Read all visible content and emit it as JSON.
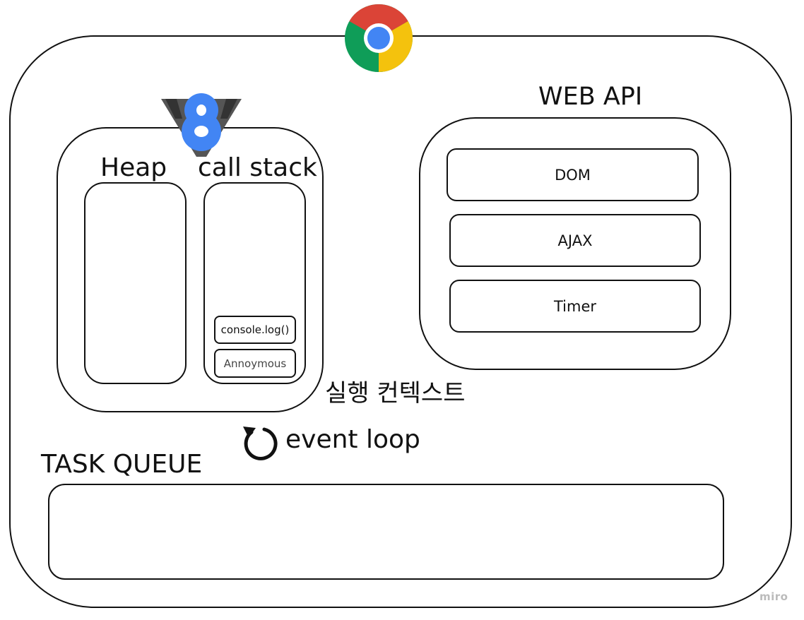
{
  "browser": {
    "logo_icon": "chrome-logo-icon"
  },
  "engine": {
    "logo_icon": "v8-logo-icon",
    "heap_label": "Heap",
    "callstack_label": "call stack",
    "stack_frames": [
      "console.log()",
      "Annoymous"
    ],
    "execution_context_label": "실행 컨텍스트"
  },
  "web_api": {
    "title": "WEB API",
    "items": [
      "DOM",
      "AJAX",
      "Timer"
    ]
  },
  "event_loop": {
    "label": "event loop",
    "icon": "refresh-arrow-icon"
  },
  "task_queue": {
    "title": "TASK QUEUE"
  },
  "watermark": "miro",
  "colors": {
    "chrome_red": "#DB4437",
    "chrome_yellow": "#F4C20D",
    "chrome_green": "#0F9D58",
    "chrome_blue": "#4285F4",
    "v8_blue": "#4285F4",
    "v8_gray": "#555555"
  }
}
